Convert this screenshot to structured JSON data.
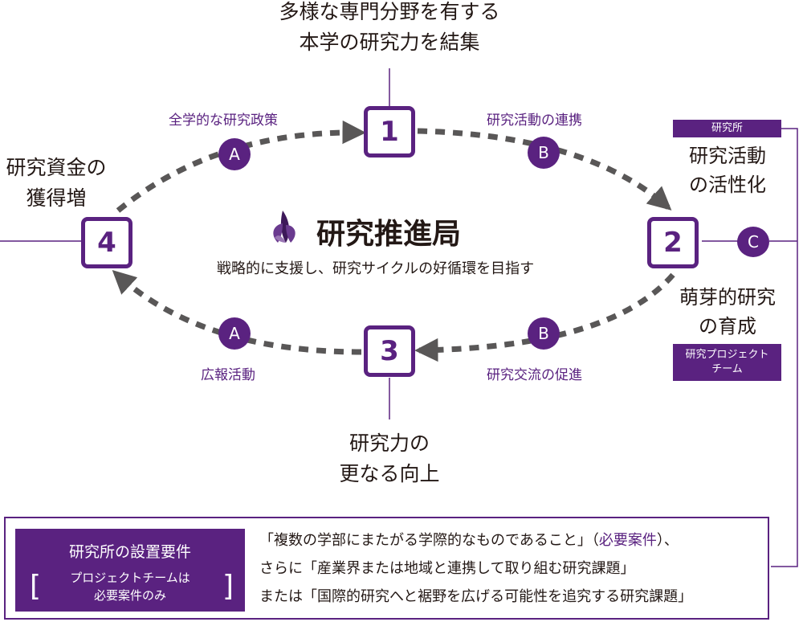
{
  "center": {
    "title": "研究推進局",
    "subtitle": "戦略的に支援し、研究サイクルの好循環を目指す"
  },
  "nodes": {
    "n1": {
      "number": "1",
      "label_line1": "多様な専門分野を有する",
      "label_line2": "本学の研究力を結集"
    },
    "n2": {
      "number": "2",
      "label_top_line1": "研究活動",
      "label_top_line2": "の活性化",
      "label_bottom_line1": "萌芽的研究",
      "label_bottom_line2": "の育成"
    },
    "n3": {
      "number": "3",
      "label_line1": "研究力の",
      "label_line2": "更なる向上"
    },
    "n4": {
      "number": "4",
      "label_line1": "研究資金の",
      "label_line2": "獲得増"
    }
  },
  "paths": {
    "top_left": {
      "badge": "A",
      "label": "全学的な研究政策"
    },
    "top_right": {
      "badge": "B",
      "label": "研究活動の連携"
    },
    "bottom_right": {
      "badge": "B",
      "label": "研究交流の促進"
    },
    "bottom_left": {
      "badge": "A",
      "label": "広報活動"
    }
  },
  "side": {
    "badge": "C",
    "institute_tag": "研究所",
    "project_tag_line1": "研究プロジェクト",
    "project_tag_line2": "チーム"
  },
  "requirements": {
    "title": "研究所の設置要件",
    "note_line1": "プロジェクトチームは",
    "note_line2": "必要案件のみ",
    "line1_a": "「複数の学部にまたがる学際的なものであること」（",
    "line1_b": "必要案件",
    "line1_c": "）、",
    "line2": "さらに「産業界または地域と連携して取り組む研究課題」",
    "line3": "または「国際的研究へと裾野を広げる可能性を追究する研究課題」"
  },
  "colors": {
    "accent": "#5a2280",
    "arrow": "#595757",
    "text": "#231815"
  },
  "icons": {
    "logo": "iris-flower-logo"
  }
}
